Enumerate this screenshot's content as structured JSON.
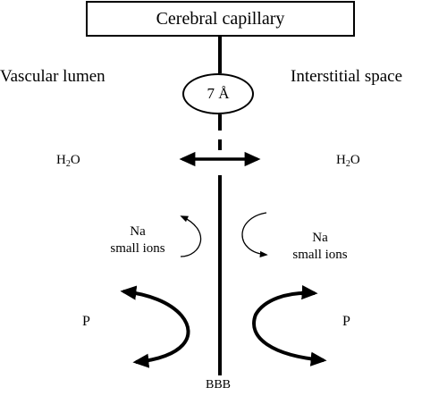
{
  "title_box": {
    "label": "Cerebral capillary"
  },
  "pore": {
    "label": "7 Å"
  },
  "regions": {
    "left_label": "Vascular lumen",
    "right_label": "Interstitial space"
  },
  "water": {
    "left": {
      "base": "H",
      "sub": "2",
      "rest": "O"
    },
    "right": {
      "base": "H",
      "sub": "2",
      "rest": "O"
    }
  },
  "small_ions": {
    "left": {
      "line1": "Na",
      "line2": "small ions"
    },
    "right": {
      "line1": "Na",
      "line2": "small ions"
    }
  },
  "proteins": {
    "left": "P",
    "right": "P"
  },
  "barrier": {
    "label": "BBB"
  },
  "colors": {
    "ink": "#000000",
    "background": "#ffffff"
  }
}
